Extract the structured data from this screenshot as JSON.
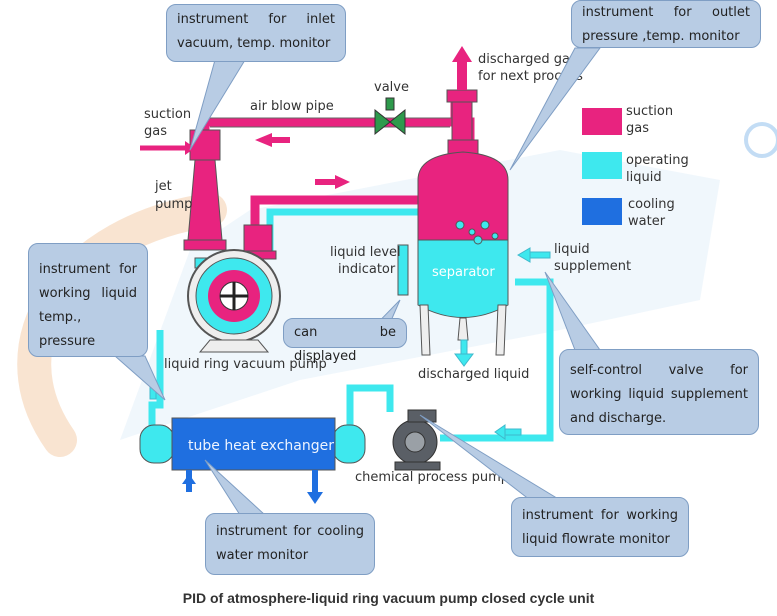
{
  "callouts": {
    "inlet": "instrument for inlet vacuum, temp. monitor",
    "outlet": "instrument for outlet pressure ,temp. monitor",
    "working_liquid_temp": "instrument for working liquid temp., pressure",
    "display": "can be displayed",
    "self_control_valve": "self-control valve for working liquid supplement and discharge.",
    "cooling_water": "instrument for cooling water monitor",
    "flowrate": "instrument for working liquid flowrate monitor"
  },
  "labels": {
    "suction_gas_l1": "suction",
    "suction_gas_l2": "gas",
    "air_blow_pipe": "air blow pipe",
    "valve": "valve",
    "discharged_gas_l1": "discharged gas",
    "discharged_gas_l2": "for next process",
    "jet_pump_l1": "jet",
    "jet_pump_l2": "pump",
    "liquid_level_l1": "liquid level",
    "liquid_level_l2": "indicator",
    "separator": "separator",
    "liquid_supplement_l1": "liquid",
    "liquid_supplement_l2": "supplement",
    "lrvp": "liquid ring vacuum pump",
    "discharged_liquid": "discharged liquid",
    "tube_heat_exchanger": "tube heat exchanger",
    "chemical_process_pump": "chemical process pump"
  },
  "legend": {
    "suction_l1": "suction",
    "suction_l2": "gas",
    "operating_l1": "operating",
    "operating_l2": "liquid",
    "cooling_l1": "cooling",
    "cooling_l2": "water"
  },
  "colors": {
    "suction_gas": "#e8237f",
    "operating_liquid": "#3ee8ee",
    "cooling_water": "#1f6fe0",
    "callout_fill": "#b8cce4",
    "callout_border": "#7f9ec4"
  },
  "caption": "PID of atmosphere-liquid ring vacuum pump closed cycle unit"
}
